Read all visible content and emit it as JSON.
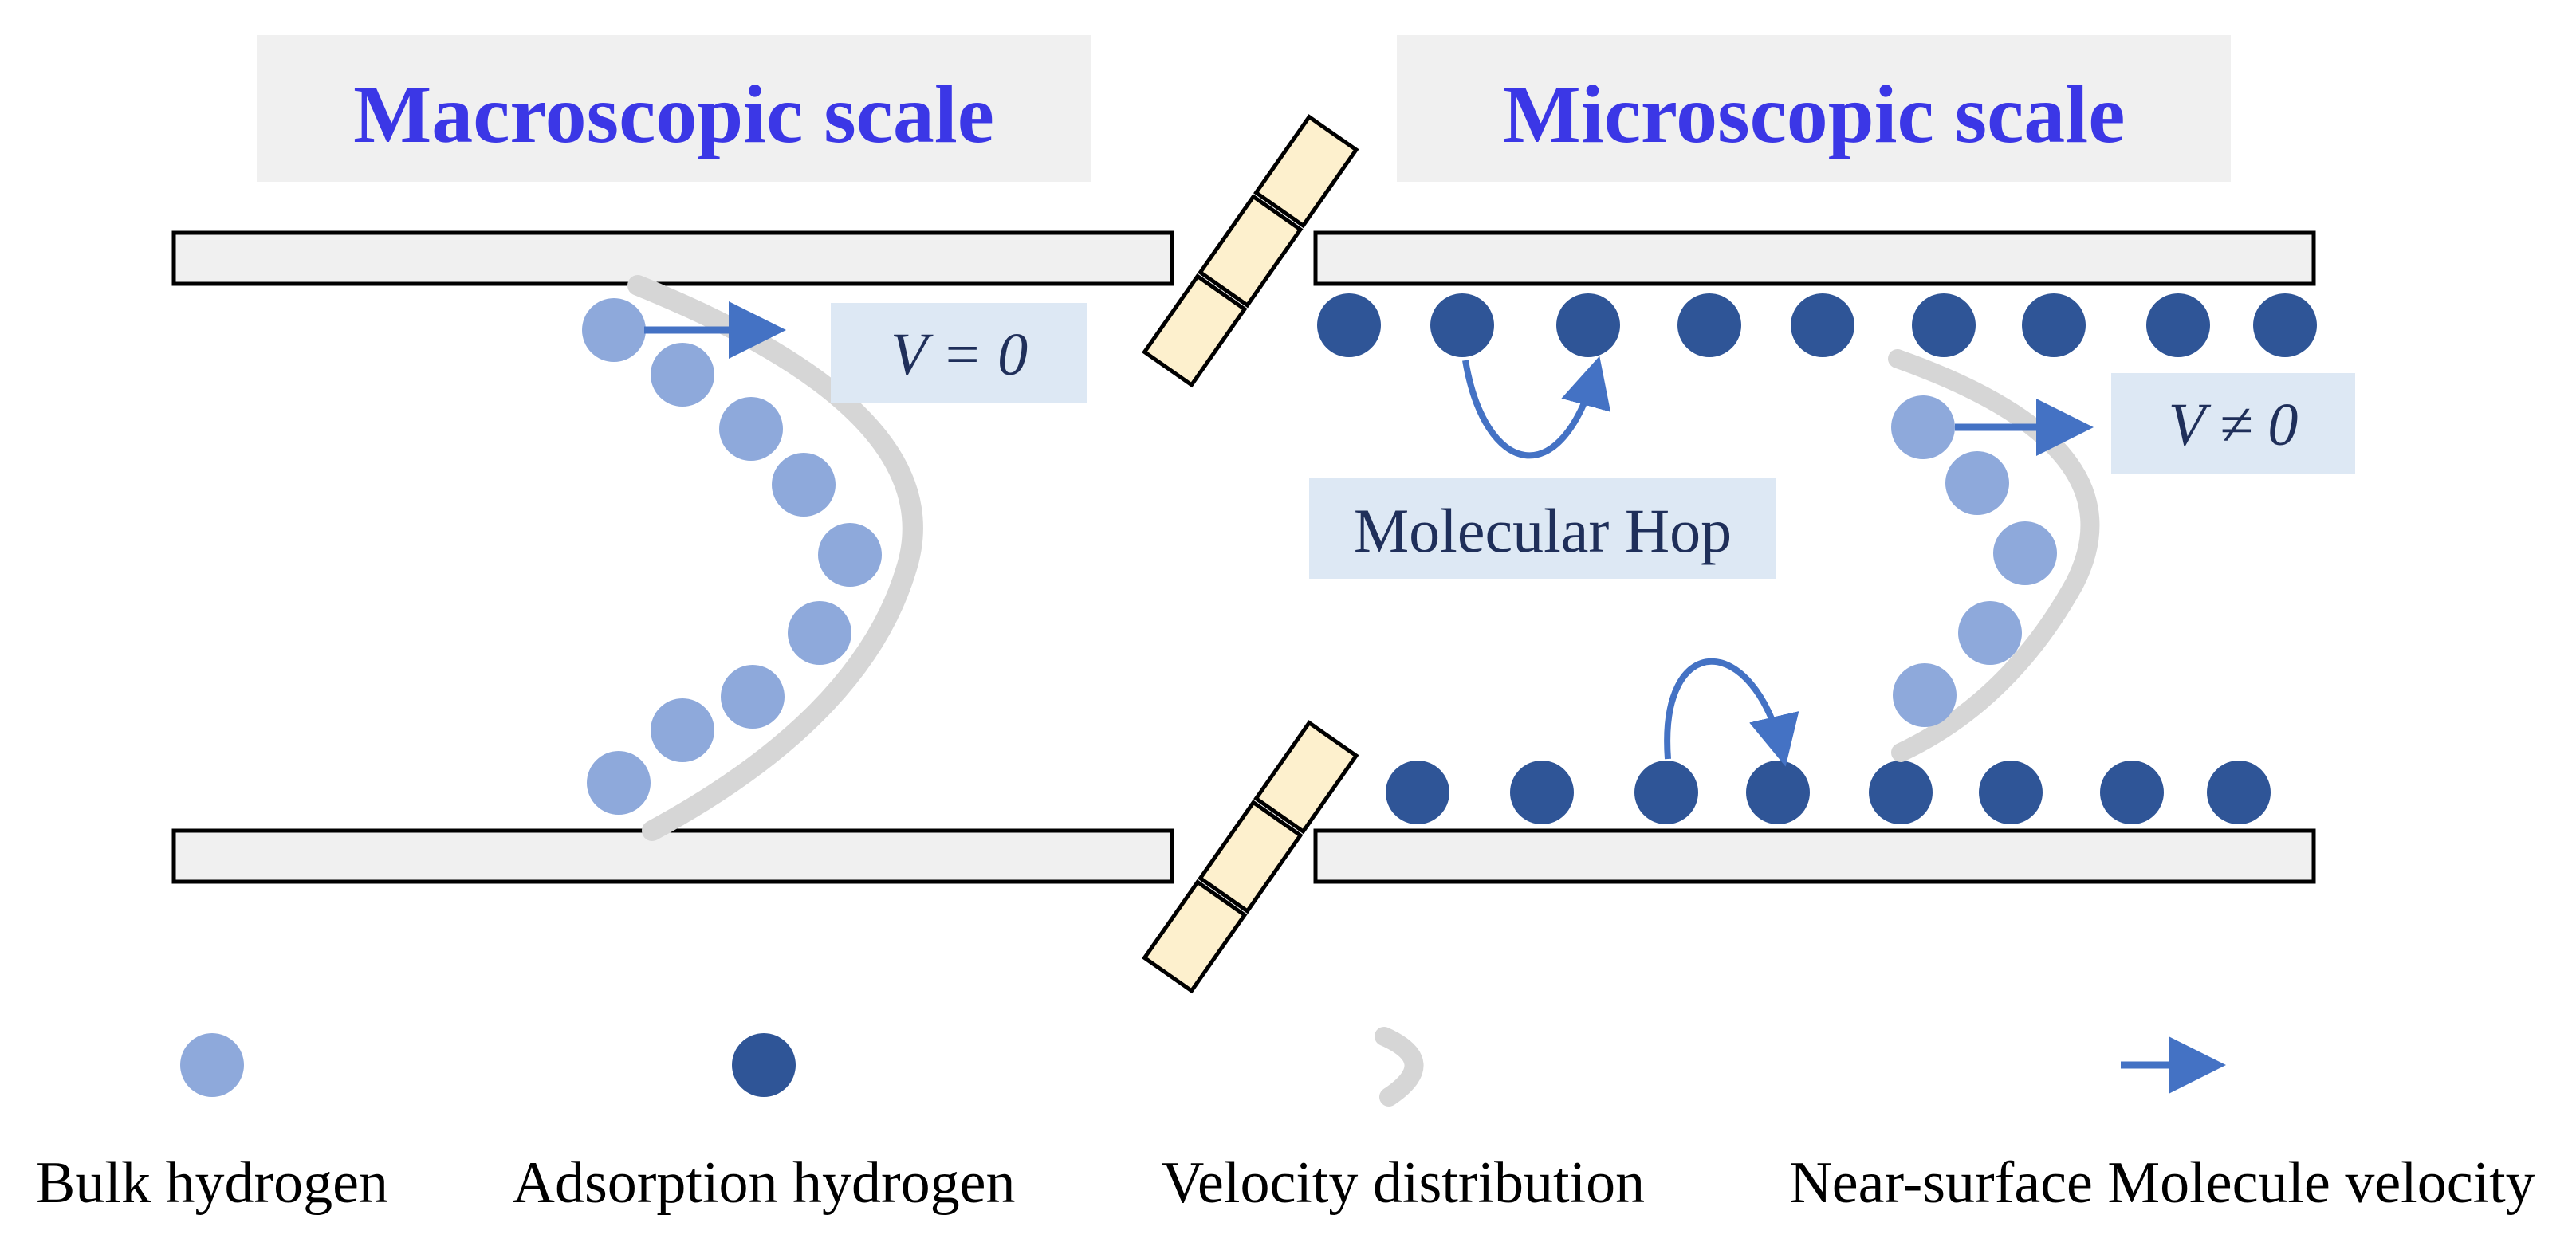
{
  "titles": {
    "macroscopic": "Macroscopic scale",
    "microscopic": "Microscopic scale"
  },
  "labels": {
    "v_zero": "V = 0",
    "v_nonzero": "V ≠ 0",
    "molecular_hop": "Molecular Hop"
  },
  "legend": {
    "bulk_hydrogen": "Bulk hydrogen",
    "adsorption_hydrogen": "Adsorption hydrogen",
    "velocity_distribution": "Velocity distribution",
    "near_surface_velocity": "Near-surface Molecule velocity"
  },
  "colors": {
    "title": "#3b37e6",
    "label_box": "#dde8f4",
    "title_box": "#f0f0f0",
    "wall_fill": "#f0f0f0",
    "bulk_hydrogen": "#8ea9db",
    "adsorption_hydrogen": "#2f5597",
    "velocity_curve": "#d6d6d6",
    "arrow": "#4472c4",
    "break_fill": "#fdf0cd"
  },
  "icons": {
    "bulk_hydrogen": "light-blue-circle",
    "adsorption_hydrogen": "dark-blue-circle",
    "velocity_distribution": "grey-chevron",
    "near_surface_velocity": "blue-arrow"
  }
}
